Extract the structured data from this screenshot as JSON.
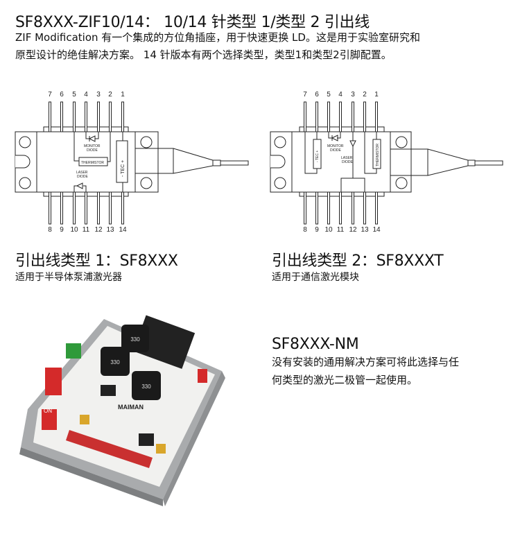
{
  "header": {
    "title": "SF8XXX-ZIF10/14： 10/14 针类型 1/类型 2 引出线",
    "desc_line1": "ZIF Modification 有一个集成的方位角插座，用于快速更换 LD。这是用于实验室研究和",
    "desc_line2": "原型设计的绝佳解决方案。 14 针版本有两个选择类型，类型1和类型2引脚配置。"
  },
  "diagram1": {
    "top_pins": [
      "7",
      "6",
      "5",
      "4",
      "3",
      "2",
      "1"
    ],
    "bottom_pins": [
      "8",
      "9",
      "10",
      "11",
      "12",
      "13",
      "14"
    ],
    "monitor": "MONITOR",
    "diode": "DIODE",
    "laser": "LASER",
    "thermistor": "THERMISTOR",
    "tec": "-  TEC  +"
  },
  "diagram2": {
    "top_pins": [
      "7",
      "6",
      "5",
      "4",
      "3",
      "2",
      "1"
    ],
    "bottom_pins": [
      "8",
      "9",
      "10",
      "11",
      "12",
      "13",
      "14"
    ],
    "monitor": "MONITOR",
    "diode": "DIODE",
    "laser": "LASER",
    "thermistor": "THERMISTOR",
    "tec": "-  TEC  +"
  },
  "type1": {
    "title": "引出线类型 1：SF8XXX",
    "subtitle": "适用于半导体泵浦激光器"
  },
  "type2": {
    "title": "引出线类型 2：SF8XXXT",
    "subtitle": "适用于通信激光模块"
  },
  "nm": {
    "title": "SF8XXX-NM",
    "line1": "没有安装的通用解决方案可将此选择与任",
    "line2": "何类型的激光二极管一起使用。"
  },
  "board": {
    "brand": "MAIMAN",
    "on_label": "ON",
    "inductor1": "330",
    "inductor2": "330",
    "inductor3": "330"
  }
}
